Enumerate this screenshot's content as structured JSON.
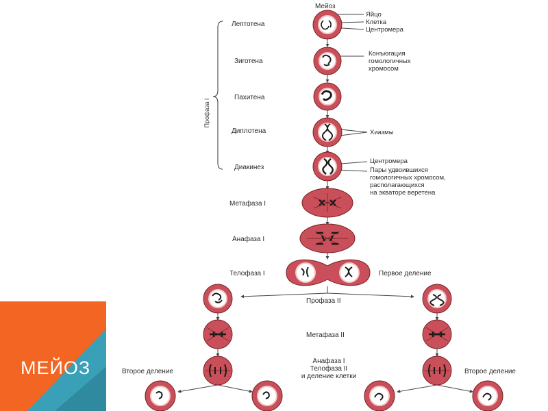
{
  "diagram": {
    "title": "Мейоз",
    "phases": {
      "leptotene": "Лептотена",
      "zygotene": "Зиготена",
      "pachytene": "Пахитена",
      "diplotene": "Диплотена",
      "diakinesis": "Диакинез",
      "metaphase1": "Метафаза I",
      "anaphase1": "Анафаза I",
      "telophase1": "Телофаза I",
      "prophase2": "Профаза II",
      "metaphase2": "Метафаза II",
      "anaphase_telophase": "Анафаза I\nТелофаза II\nи деление клетки"
    },
    "group_label": "Профаза I",
    "annotations": {
      "egg": "Яйцо",
      "cell": "Клетка",
      "centromere_top": "Центромера",
      "conjugation": "Конъюгация\nгомологичных\nхромосом",
      "chiasmata": "Хиазмы",
      "centromere_mid": "Центромера",
      "pairs": "Пары удвоившихся\nгомологичных хромосом,\nрасполагающихся\nна экваторе веретена",
      "first_division": "Первое деление",
      "second_division_left": "Второе деление",
      "second_division_right": "Второе деление"
    }
  },
  "slide": {
    "title": "МЕЙОЗ"
  },
  "colors": {
    "cell_fill": "#c9505a",
    "cell_ring": "#f2c8c8",
    "cell_outline": "#7a1f24",
    "chromosome": "#1a1a1a",
    "accent_orange": "#f26522",
    "accent_teal": "#3aa0b8"
  }
}
